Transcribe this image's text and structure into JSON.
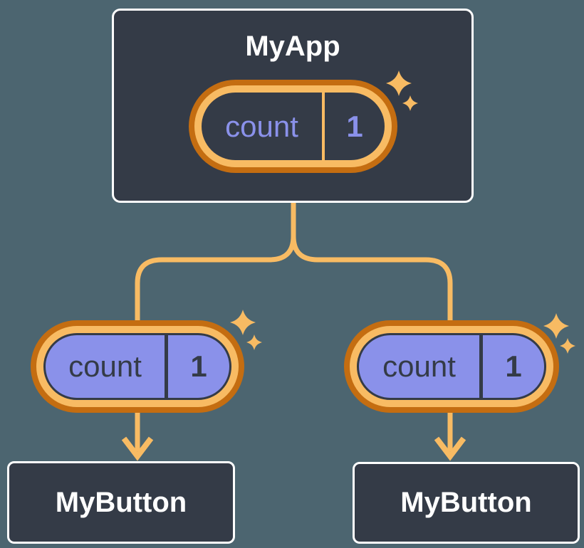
{
  "diagram": {
    "root": {
      "title": "MyApp",
      "state_pill": {
        "key": "count",
        "value": "1"
      }
    },
    "children": [
      {
        "title": "MyButton",
        "state_pill": {
          "key": "count",
          "value": "1"
        }
      },
      {
        "title": "MyButton",
        "state_pill": {
          "key": "count",
          "value": "1"
        }
      }
    ],
    "colors": {
      "background": "#4C6570",
      "node_fill": "#343B47",
      "node_border": "#FFFFFF",
      "node_text": "#FFFFFF",
      "connector": "#F8BB63",
      "ring_outer": "#C46D11",
      "ring_inner": "#F8BB63",
      "pill_fill_root": "#343B47",
      "pill_fill_child": "#8A91EA",
      "pill_text_root": "#8A91EA",
      "pill_text_child": "#343B47",
      "sparkle": "#F8BB63"
    }
  }
}
